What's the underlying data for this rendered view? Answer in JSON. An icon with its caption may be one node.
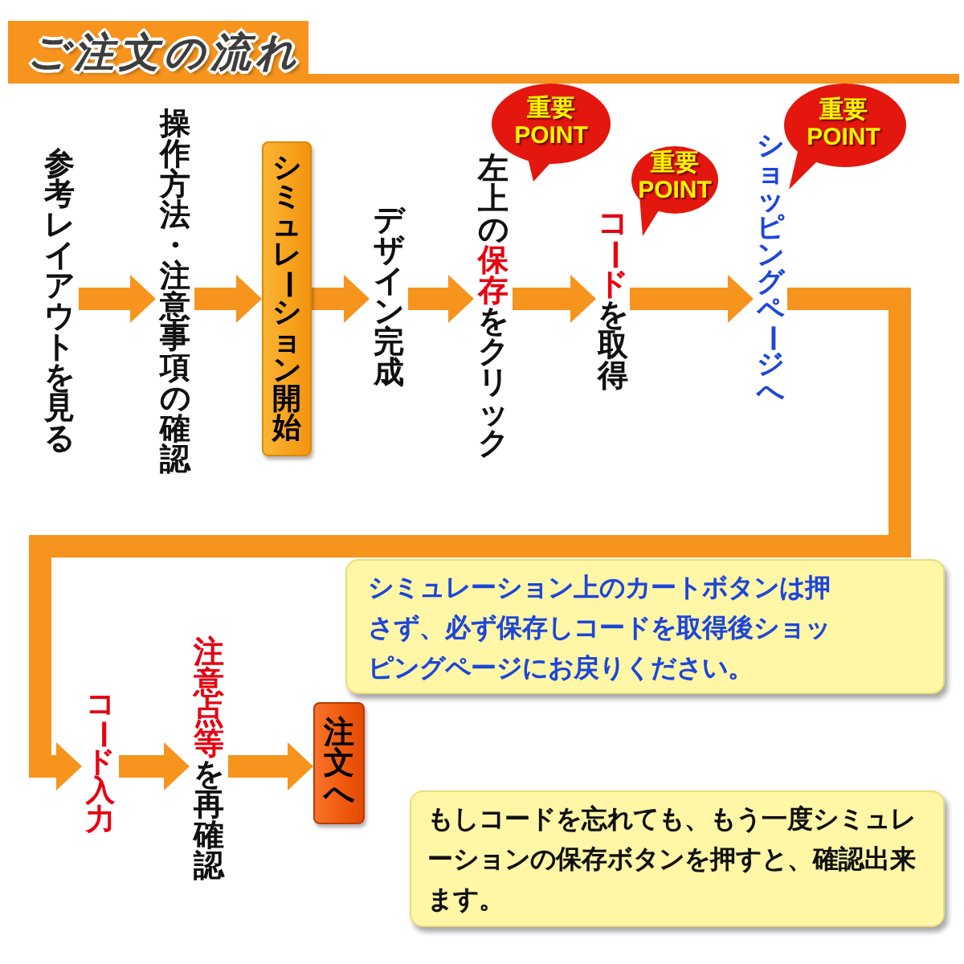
{
  "diagram": {
    "title": "ご注文の流れ",
    "nodes": [
      {
        "text": [
          "参考レイアウトを見る"
        ]
      },
      {
        "text": [
          "操作方法・注意事項の確認"
        ]
      },
      {
        "text": [
          "シミュレーション開始"
        ]
      },
      {
        "text": [
          "デザイン完成"
        ]
      },
      {
        "text": [
          "重要 POINT"
        ]
      },
      {
        "text": [
          "左上の**保存**をクリック"
        ]
      },
      {
        "text": [
          "重要 POINT"
        ]
      },
      {
        "text": [
          "**コード**を取得"
        ]
      },
      {
        "text": [
          "重要 POINT"
        ]
      },
      {
        "text": [
          "ショッピングページへ"
        ]
      },
      {
        "text": [
          "コード入力"
        ]
      },
      {
        "text": [
          "**注意点等**を再確認"
        ]
      },
      {
        "text": [
          "注文へ"
        ]
      },
      {
        "text": [
          "シミュレーション上のカートボタンは押さず、必ず保存しコードを取得後ショッピングページにお戻りください。"
        ]
      },
      {
        "text": [
          "もしコードを忘れても、もう一度シミュレーションの保存ボタンを押すと、確認出来ます。"
        ]
      }
    ],
    "edges": [
      {
        "from": 0,
        "to": 1,
        "arrow": "to"
      },
      {
        "from": 1,
        "to": 2,
        "arrow": "to"
      },
      {
        "from": 2,
        "to": 3,
        "arrow": "to"
      },
      {
        "from": 3,
        "to": 5,
        "arrow": "to"
      },
      {
        "from": 5,
        "to": 7,
        "arrow": "to"
      },
      {
        "from": 7,
        "to": 9,
        "arrow": "to"
      },
      {
        "from": 9,
        "to": 10,
        "arrow": "to"
      },
      {
        "from": 10,
        "to": 11,
        "arrow": "to"
      },
      {
        "from": 11,
        "to": 12,
        "arrow": "to"
      }
    ]
  }
}
